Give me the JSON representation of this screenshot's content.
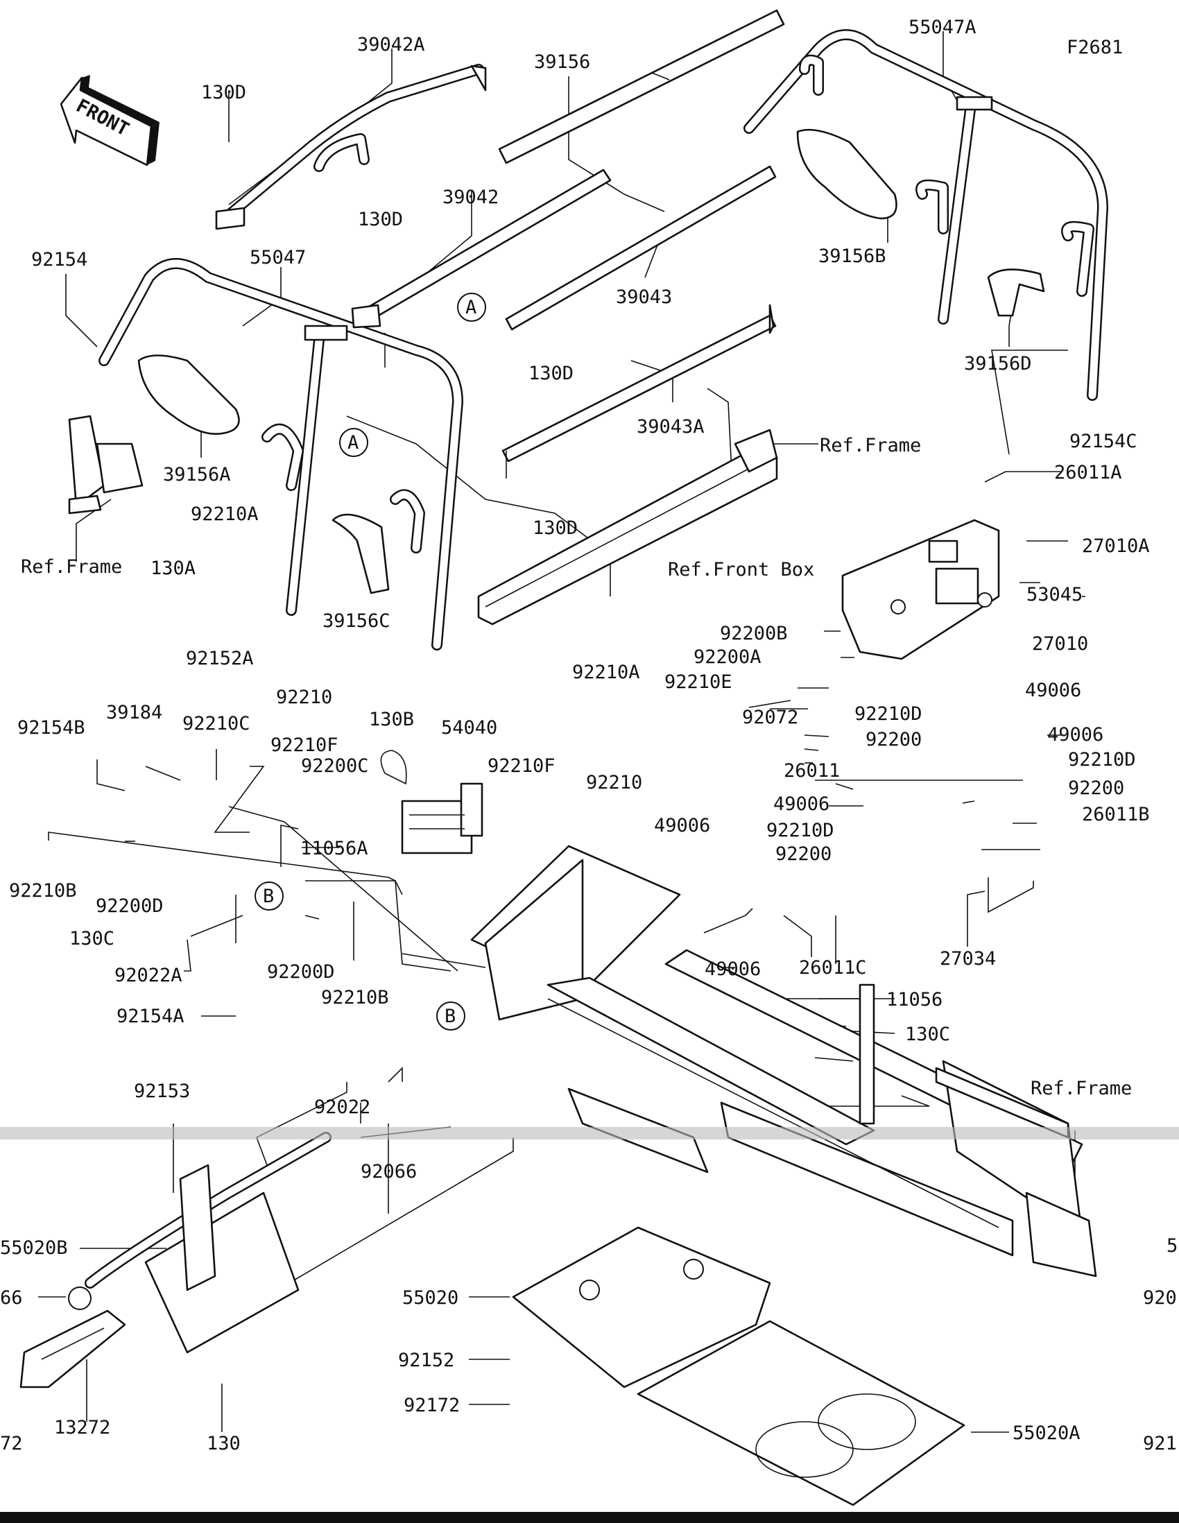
{
  "figure_id": "F2681",
  "front_arrow": "FRONT",
  "callout_markers": [
    "A",
    "B"
  ],
  "reference_labels": {
    "frame": "Ref.Frame",
    "front_box": "Ref.Front Box"
  },
  "parts": [
    "39042A",
    "39156",
    "55047A",
    "130D",
    "39042",
    "130D",
    "39156B",
    "92154",
    "55047",
    "39043",
    "A",
    "130D",
    "39156D",
    "39043A",
    "A",
    "Ref.Frame",
    "92154C",
    "26011A",
    "39156A",
    "92210A",
    "130D",
    "27010A",
    "Ref.Front Box",
    "Ref.Frame",
    "130A",
    "53045",
    "39156C",
    "92200B",
    "27010",
    "92200A",
    "92152A",
    "92210A",
    "92210E",
    "49006",
    "92210",
    "130B",
    "92210D",
    "92072",
    "92200",
    "49006",
    "92154B",
    "39184",
    "54040",
    "92210C",
    "92210F",
    "92210D",
    "26011",
    "92200C",
    "92200",
    "92210F",
    "92210",
    "26011B",
    "49006",
    "11056A",
    "49006",
    "92210D",
    "92200",
    "92210B",
    "92200D",
    "B",
    "130C",
    "92200D",
    "92210B",
    "49006",
    "26011C",
    "27034",
    "92022A",
    "11056",
    "92154A",
    "B",
    "130C",
    "Ref.Frame",
    "92153",
    "92022",
    "92066",
    "55020B",
    "55020",
    "66",
    "920",
    "92152",
    "92172",
    "13272",
    "55020A",
    "72",
    "130",
    "921",
    "5"
  ]
}
